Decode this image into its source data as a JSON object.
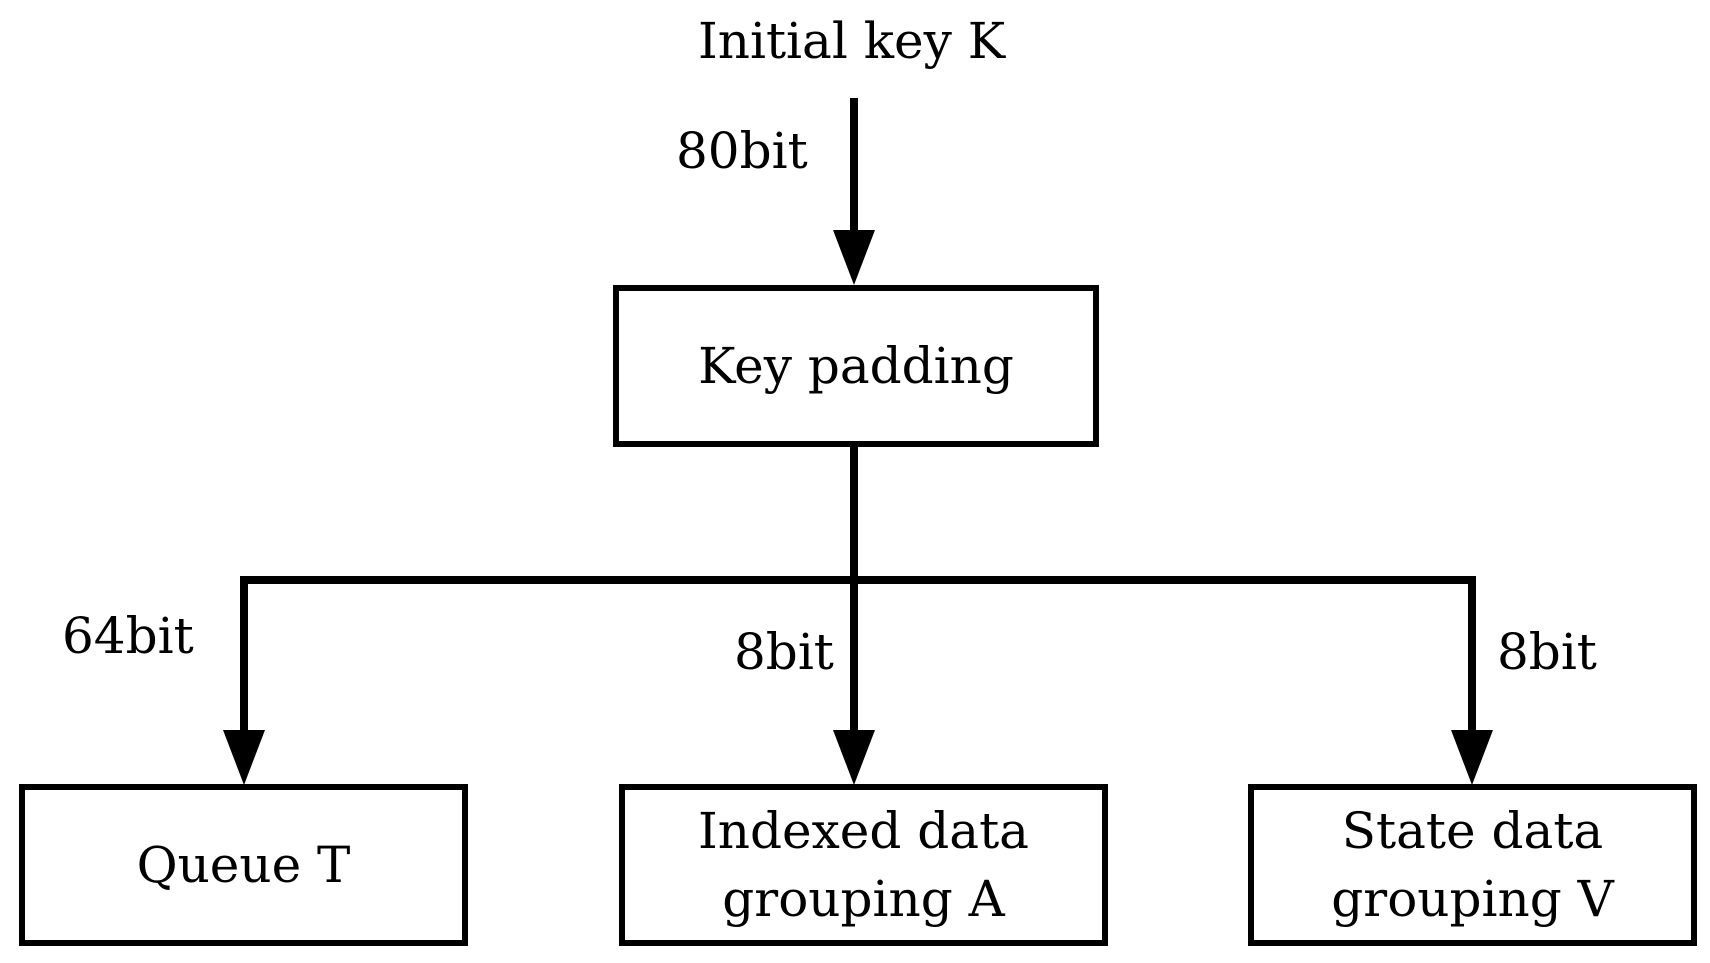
{
  "diagram": {
    "input_label": "Initial key K",
    "input_bits": "80bit",
    "process_box": "Key padding",
    "branches": [
      {
        "bits": "64bit",
        "box": "Queue T"
      },
      {
        "bits": "8bit",
        "box": "Indexed data\ngrouping A"
      },
      {
        "bits": "8bit",
        "box": "State data\ngrouping V"
      }
    ]
  },
  "colors": {
    "stroke": "#000000",
    "background": "#ffffff"
  }
}
